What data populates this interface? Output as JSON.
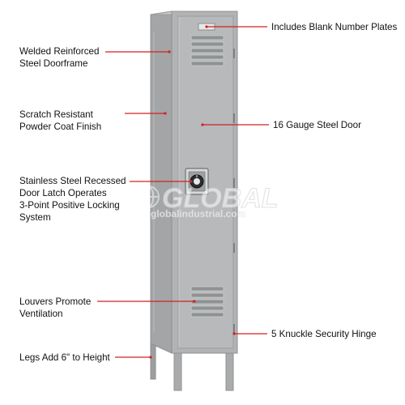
{
  "callouts": {
    "doorframe": {
      "line1": "Welded Reinforced",
      "line2": "Steel Doorframe"
    },
    "finish": {
      "line1": "Scratch Resistant",
      "line2": "Powder Coat Finish"
    },
    "latch": {
      "line1": "Stainless Steel Recessed",
      "line2": "Door Latch Operates",
      "line3": "3-Point Positive Locking",
      "line4": "System"
    },
    "louvers": {
      "line1": "Louvers Promote",
      "line2": "Ventilation"
    },
    "legs": {
      "line1": "Legs Add 6\" to Height"
    },
    "number_plates": {
      "line1": "Includes Blank Number Plates"
    },
    "door": {
      "line1": "16 Gauge Steel Door"
    },
    "hinge": {
      "line1": "5 Knuckle Security Hinge"
    }
  },
  "watermark": {
    "brand": "GLOBAL",
    "url": "globalindustrial.com"
  },
  "colors": {
    "leader_line": "#d42020",
    "locker_face": "#b3b5b7",
    "locker_side": "#9fa1a3",
    "text": "#111111"
  },
  "icon_names": [
    "combination-lock-icon",
    "louver-vents-icon",
    "globe-watermark-icon"
  ]
}
